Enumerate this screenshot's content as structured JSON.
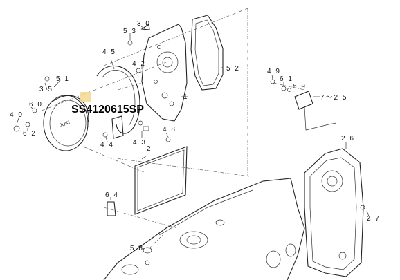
{
  "highlight": {
    "part_number": "SS4120615SP",
    "color": "#f3d98f"
  },
  "callouts": {
    "c1": "1",
    "c2": "2",
    "c26": "2 6",
    "c27": "2 7",
    "c30": "3 0",
    "c35": "3 5",
    "c40": "4 0",
    "c42": "4 2",
    "c43": "4 3",
    "c44": "4 4",
    "c45": "4 5",
    "c48": "4 8",
    "c49": "4 9",
    "c51": "5 1",
    "c52": "5 2",
    "c53": "5 3",
    "c58": "5 8",
    "c59": "5 9",
    "c60": "6 0",
    "c61": "6 1",
    "c62": "6 2",
    "c64": "6 4",
    "c7to25": "7～2 5"
  }
}
